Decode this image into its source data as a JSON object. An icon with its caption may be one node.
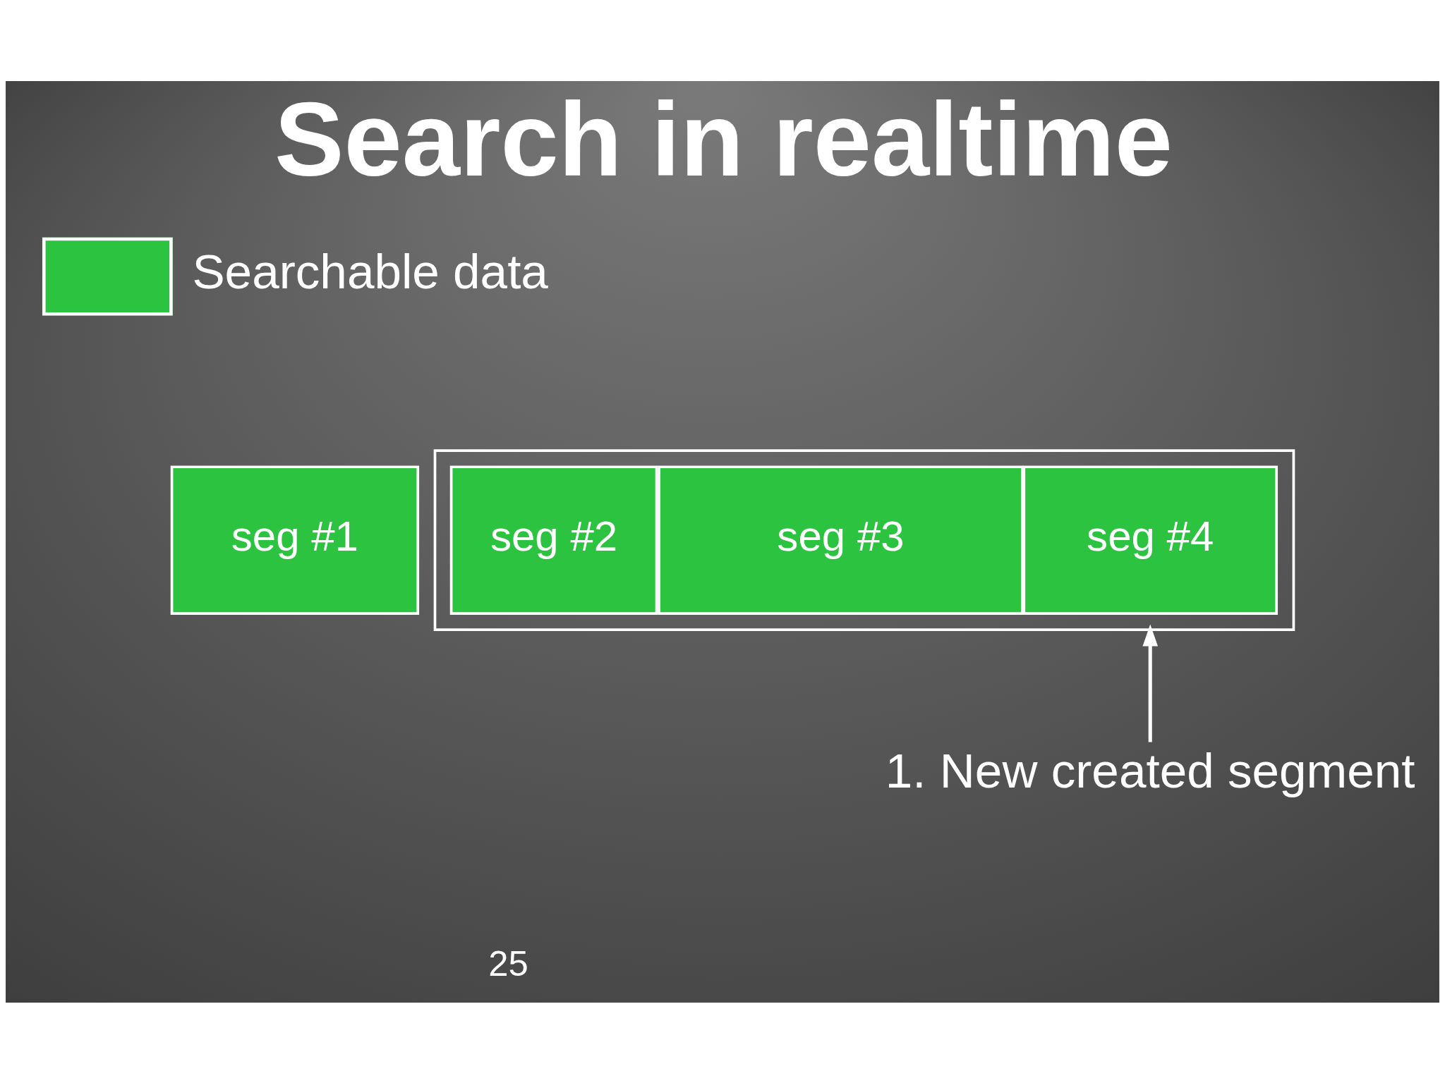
{
  "diagram": {
    "title": "Search in realtime",
    "nodes": [
      {
        "text": [
          "seg #1"
        ]
      },
      {
        "text": [],
        "shape": "box"
      },
      {
        "text": [
          "seg #2"
        ],
        "in": 1
      },
      {
        "text": [
          "seg #3"
        ],
        "in": 1
      },
      {
        "text": [
          "seg #4"
        ],
        "in": 1
      },
      {
        "text": [
          "1. New created segment"
        ]
      }
    ],
    "edges": [
      {
        "from": 5,
        "to": 1,
        "arrow": "to"
      }
    ],
    "labels": [
      "25"
    ],
    "legend": [
      {
        "text": "Searchable data",
        "color": "#2bc33f"
      }
    ]
  }
}
